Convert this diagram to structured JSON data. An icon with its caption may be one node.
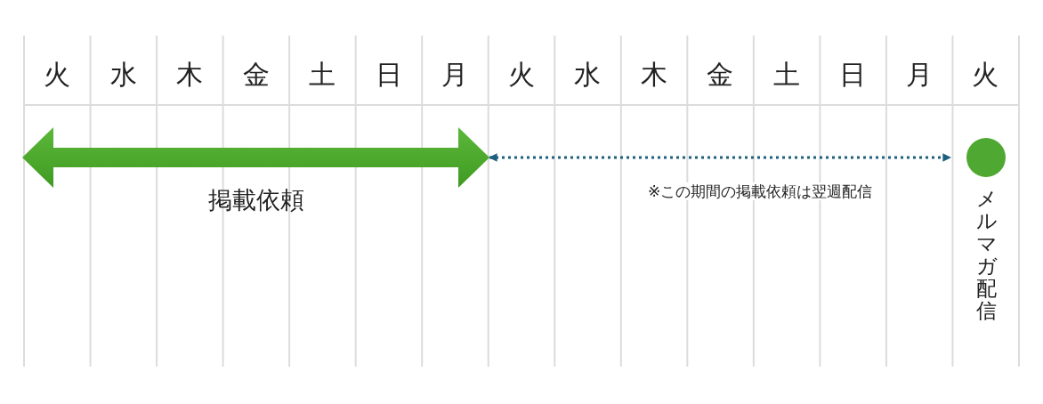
{
  "diagram": {
    "nodes": [
      {
        "text": [
          "掲載依頼"
        ]
      },
      {
        "text": [],
        "shape": "circle",
        "beside": [
          "メルマガ配信"
        ]
      }
    ],
    "edges": [
      {
        "from": 0,
        "to": 1,
        "arrow": "both",
        "style": "dashed",
        "label": "※この期間の掲載依頼は翌週配信"
      }
    ],
    "labels": [
      "火",
      "水",
      "木",
      "金",
      "土",
      "日",
      "月",
      "火",
      "水",
      "木",
      "金",
      "土",
      "日",
      "月",
      "火"
    ]
  }
}
